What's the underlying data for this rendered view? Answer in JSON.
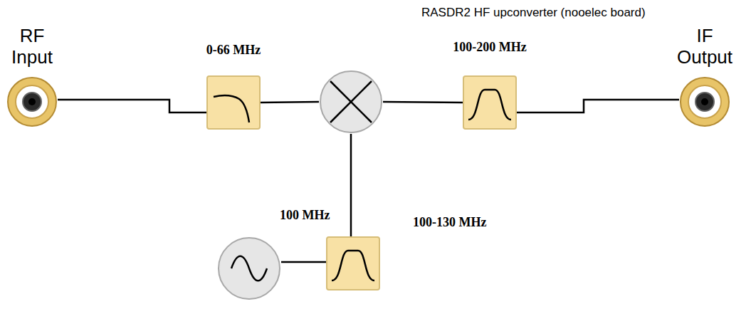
{
  "diagram": {
    "title": "RASDR2 HF upconverter (nooelec board)",
    "nodes": [
      {
        "text": [
          "RF Input"
        ]
      },
      {
        "text": [
          "0-66 MHz"
        ]
      },
      {
        "text": []
      },
      {
        "text": [
          "100-200 MHz"
        ]
      },
      {
        "text": [
          "IF Output"
        ]
      },
      {
        "text": [
          "100 MHz"
        ]
      },
      {
        "text": [
          "100-130 MHz"
        ]
      }
    ],
    "edges": [
      {
        "from": 0,
        "to": 1,
        "arrow": "none"
      },
      {
        "from": 1,
        "to": 2,
        "arrow": "none"
      },
      {
        "from": 2,
        "to": 3,
        "arrow": "none"
      },
      {
        "from": 3,
        "to": 4,
        "arrow": "none"
      },
      {
        "from": 5,
        "to": 6,
        "arrow": "none"
      },
      {
        "from": 6,
        "to": 2,
        "arrow": "none"
      }
    ]
  }
}
